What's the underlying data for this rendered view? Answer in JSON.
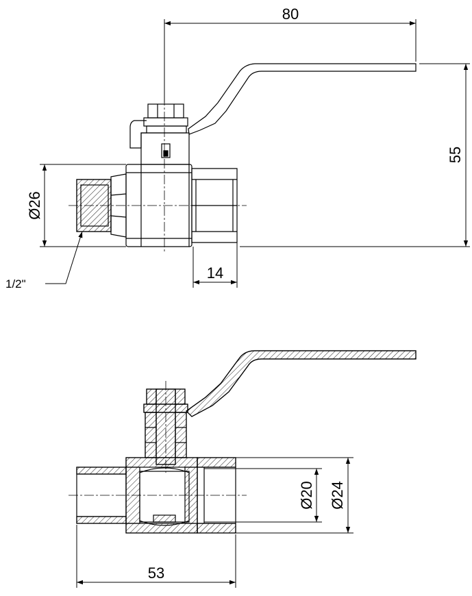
{
  "dimensions": {
    "top_width": "80",
    "top_height": "55",
    "top_diameter": "Ø26",
    "thread": "1/2\"",
    "socket_depth": "14",
    "bottom_length": "53",
    "bore_diameter": "Ø20",
    "outer_diameter": "Ø24"
  },
  "colors": {
    "line": "#000000",
    "background": "#ffffff"
  }
}
